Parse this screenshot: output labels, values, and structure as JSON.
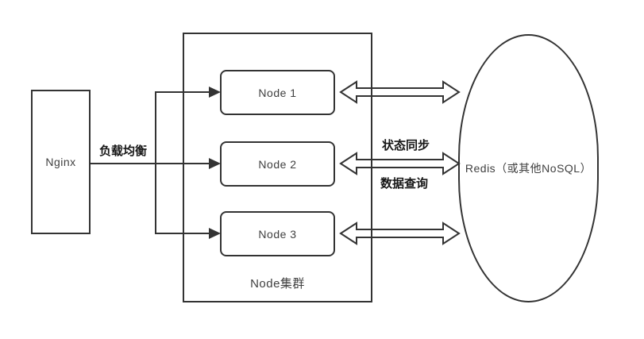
{
  "colors": {
    "background": "#ffffff",
    "line": "#333333",
    "box_text": "#404040",
    "edge_label_text": "#161616"
  },
  "nginx": {
    "label": "Nginx"
  },
  "cluster": {
    "label": "Node集群",
    "nodes": [
      {
        "label": "Node 1"
      },
      {
        "label": "Node 2"
      },
      {
        "label": "Node 3"
      }
    ]
  },
  "redis": {
    "label": "Redis（或其他NoSQL）"
  },
  "arrows": {
    "load_balance": "负载均衡",
    "state_sync": "状态同步",
    "data_query": "数据查询"
  }
}
